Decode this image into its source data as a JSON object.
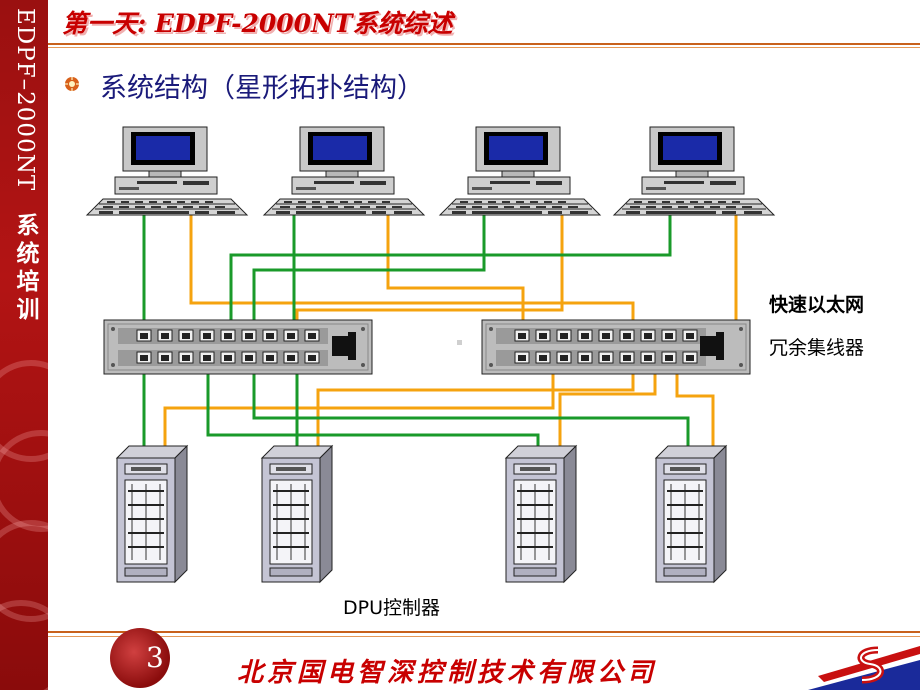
{
  "side_band": {
    "title_en": "EDPF–2000NT",
    "title_cn": "系统培训"
  },
  "header": {
    "title": "第一天: EDPF-2000NT系统综述"
  },
  "section": {
    "heading": "系统结构（星形拓扑结构）"
  },
  "labels": {
    "fast_ethernet": "快速以太网",
    "redundant_hub": "冗余集线器",
    "dpu_controller": "DPU控制器"
  },
  "colors": {
    "green_cable": "#1a9a2a",
    "orange_cable": "#f5a30f",
    "title_red": "#c80000",
    "heading_blue": "#1a1a7a",
    "side_band_red": "#a81010"
  },
  "footer": {
    "company": "北京国电智深控制技术有限公司",
    "page_number": "3"
  }
}
